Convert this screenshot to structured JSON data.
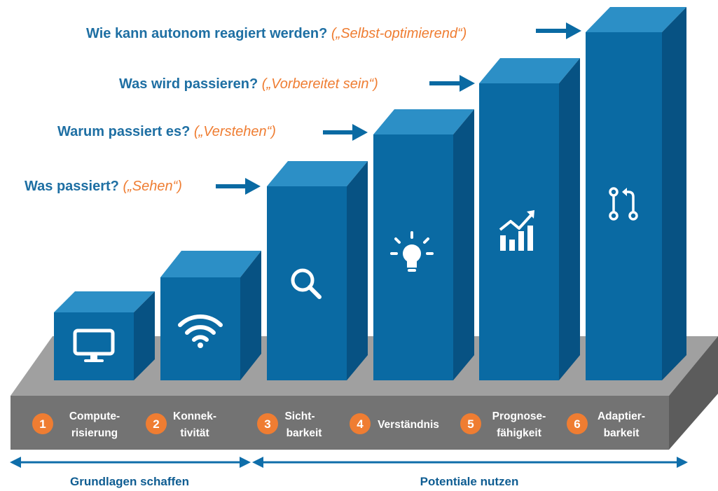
{
  "questions": [
    {
      "main": "Wie kann autonom reagiert werden?",
      "sub": "(„Selbst-optimierend“)"
    },
    {
      "main": "Was wird passieren?",
      "sub": "(„Vorbereitet sein“)"
    },
    {
      "main": "Warum passiert es?",
      "sub": "(„Verstehen“)"
    },
    {
      "main": "Was passiert?",
      "sub": "(„Sehen“)"
    }
  ],
  "steps": [
    {
      "number": "1",
      "line1": "Compute-",
      "line2": "risierung",
      "icon": "monitor-icon"
    },
    {
      "number": "2",
      "line1": "Konnek-",
      "line2": "tivität",
      "icon": "wifi-icon"
    },
    {
      "number": "3",
      "line1": "Sicht-",
      "line2": "barkeit",
      "icon": "search-icon"
    },
    {
      "number": "4",
      "line1": "Verständnis",
      "line2": "",
      "icon": "lightbulb-icon"
    },
    {
      "number": "5",
      "line1": "Prognose-",
      "line2": "fähigkeit",
      "icon": "chart-growth-icon"
    },
    {
      "number": "6",
      "line1": "Adaptier-",
      "line2": "barkeit",
      "icon": "adapt-arrows-icon"
    }
  ],
  "ranges": {
    "left": "Grundlagen schaffen",
    "right": "Potentiale nutzen"
  },
  "colors": {
    "front": "#0a6aa3",
    "top": "#2c8fc6",
    "side": "#075283",
    "platform_front": "#737373",
    "platform_top": "#9a9a9a",
    "badge": "#ef7d32",
    "question": "#1e6fa3",
    "question_sub": "#ef7d32"
  }
}
